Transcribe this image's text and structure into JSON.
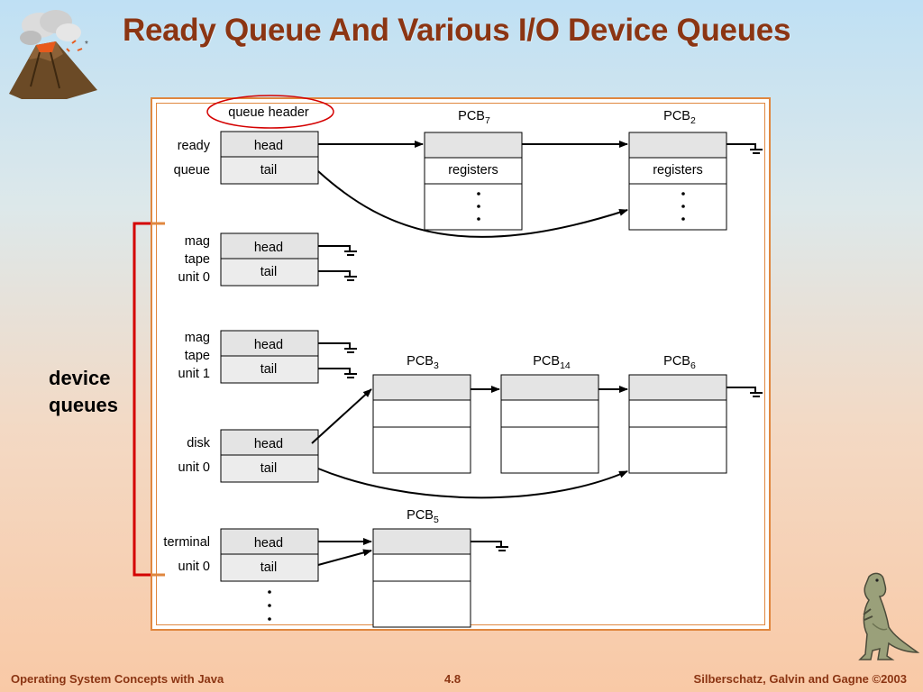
{
  "slide": {
    "title": "Ready Queue And Various I/O Device Queues",
    "device_queues_label": [
      "device",
      "queues"
    ],
    "footer_left": "Operating System Concepts with Java",
    "footer_center": "4.8",
    "footer_right": "Silberschatz, Galvin and Gagne ©2003"
  },
  "diagram": {
    "queue_header_label": "queue header",
    "queues": [
      {
        "name": [
          "ready",
          "queue"
        ],
        "head": "head",
        "tail": "tail"
      },
      {
        "name": [
          "mag",
          "tape",
          "unit 0"
        ],
        "head": "head",
        "tail": "tail"
      },
      {
        "name": [
          "mag",
          "tape",
          "unit 1"
        ],
        "head": "head",
        "tail": "tail"
      },
      {
        "name": [
          "disk",
          "unit 0"
        ],
        "head": "head",
        "tail": "tail"
      },
      {
        "name": [
          "terminal",
          "unit 0"
        ],
        "head": "head",
        "tail": "tail"
      }
    ],
    "pcbs": [
      {
        "base": "PCB",
        "sub": "7",
        "registers": "registers"
      },
      {
        "base": "PCB",
        "sub": "2",
        "registers": "registers"
      },
      {
        "base": "PCB",
        "sub": "3"
      },
      {
        "base": "PCB",
        "sub": "14"
      },
      {
        "base": "PCB",
        "sub": "6"
      },
      {
        "base": "PCB",
        "sub": "5"
      }
    ]
  },
  "icons": [
    "volcano-icon",
    "dinosaur-icon"
  ],
  "colors": {
    "title": "#8b3513",
    "frame": "#e0873f",
    "bracket": "#d40000",
    "header_ellipse": "#d40000",
    "cell_fill": "#e4e4e4"
  }
}
